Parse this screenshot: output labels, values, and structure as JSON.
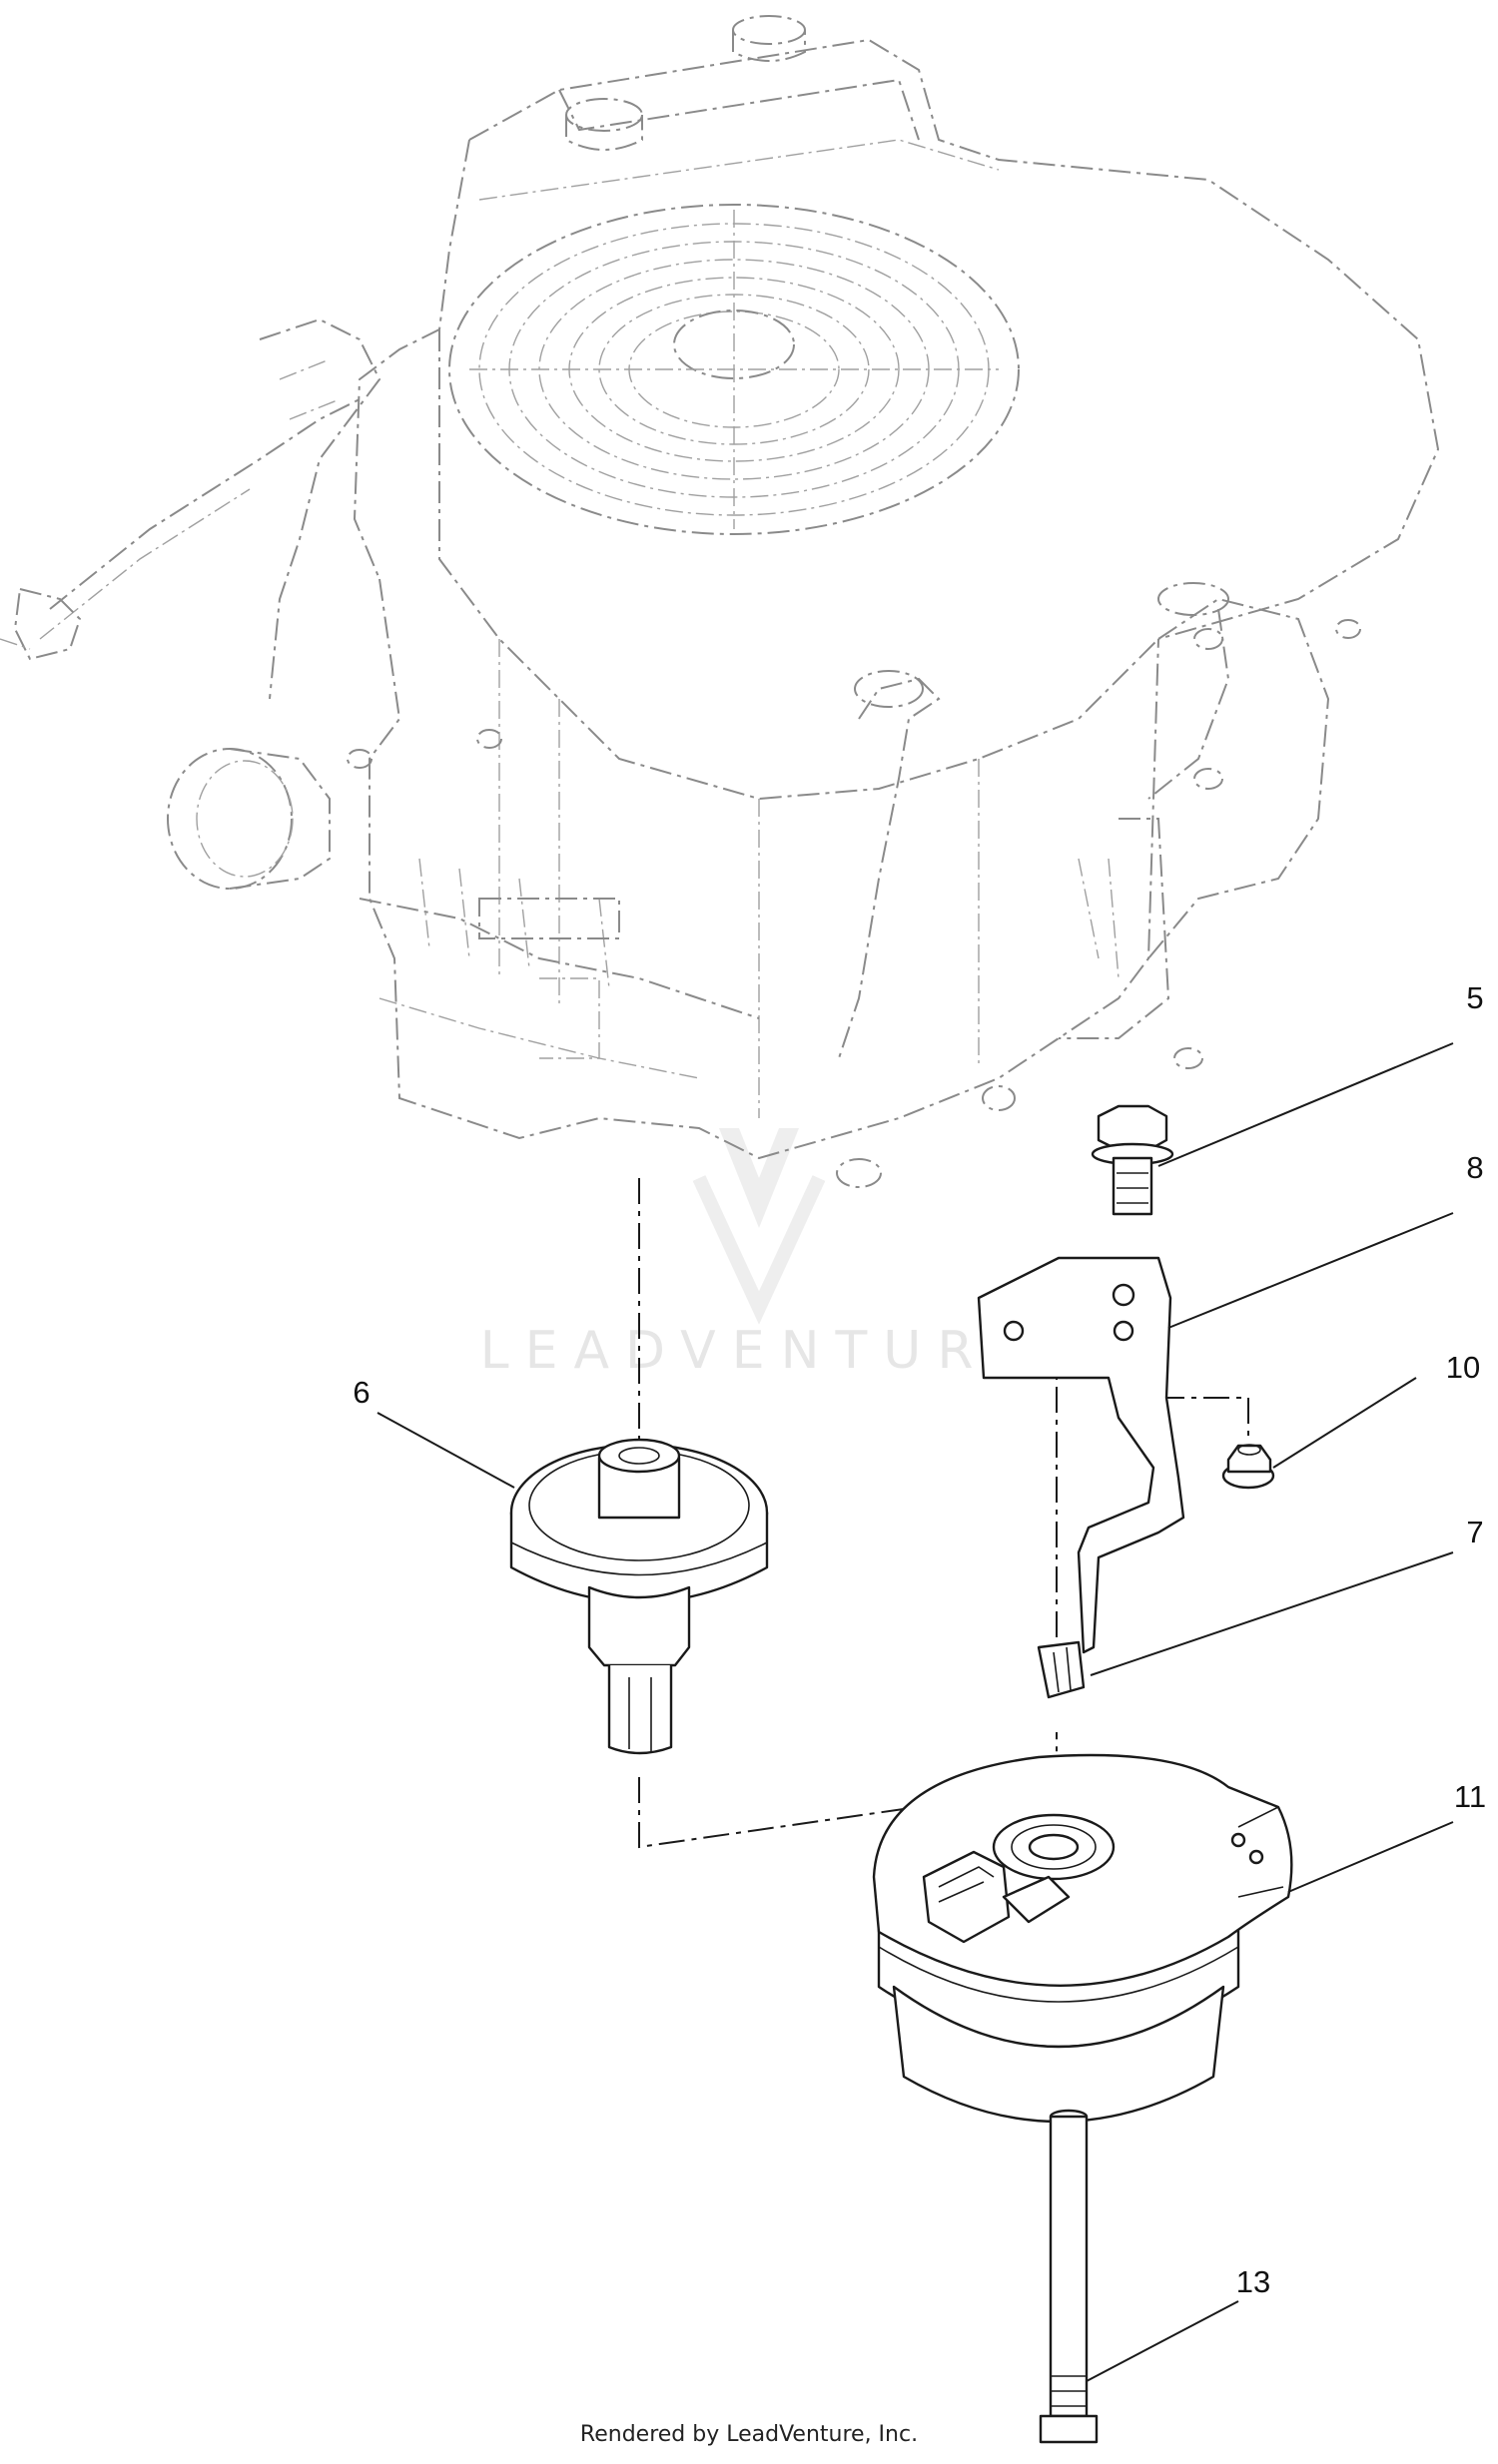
{
  "callouts": [
    {
      "id": "5",
      "label": "5"
    },
    {
      "id": "8",
      "label": "8"
    },
    {
      "id": "10",
      "label": "10"
    },
    {
      "id": "6",
      "label": "6"
    },
    {
      "id": "7",
      "label": "7"
    },
    {
      "id": "11",
      "label": "11"
    },
    {
      "id": "13",
      "label": "13"
    }
  ],
  "watermark": {
    "text": "LEADVENTURE"
  },
  "footer": {
    "text": "Rendered by LeadVenture, Inc."
  }
}
